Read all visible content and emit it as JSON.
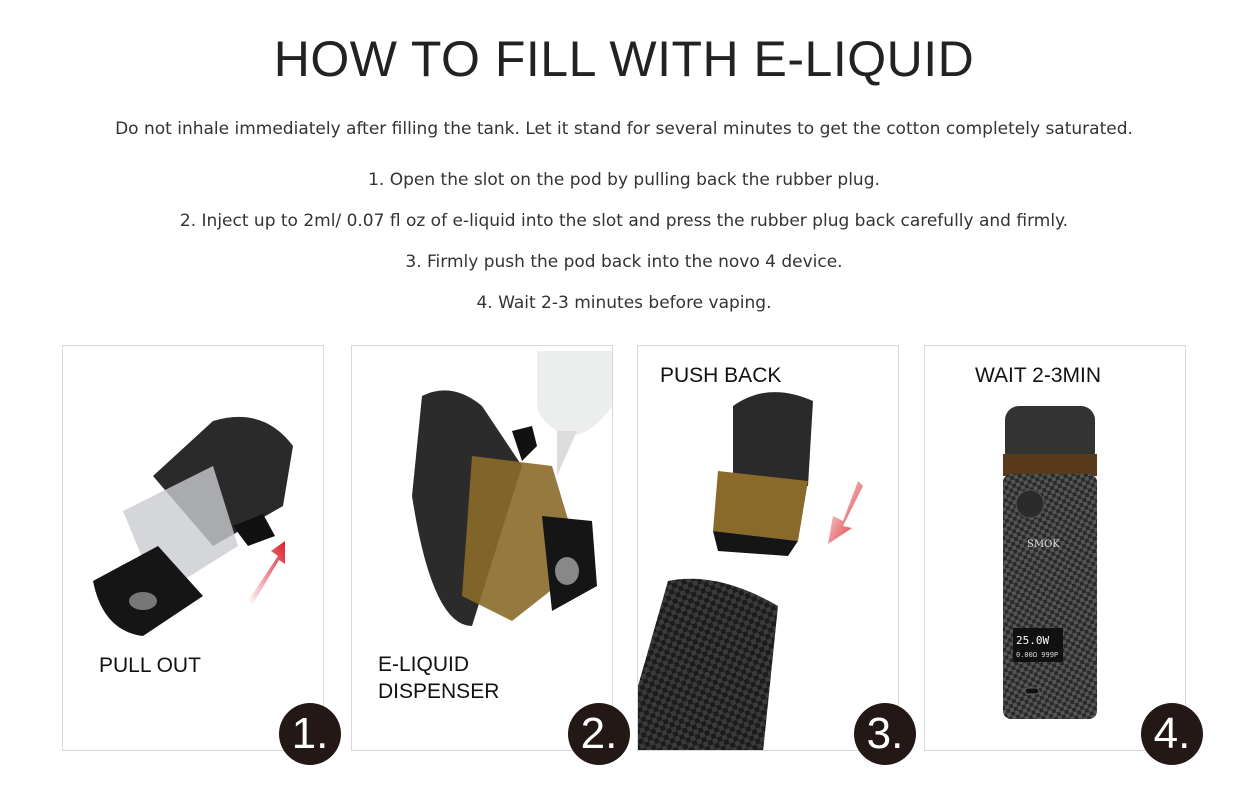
{
  "title": "HOW TO FILL WITH E-LIQUID",
  "intro": "Do not inhale immediately after filling the tank. Let it stand for several minutes to get the cotton completely saturated.",
  "steps": [
    "1. Open the slot on the pod by pulling back the rubber plug.",
    "2. Inject up to 2ml/ 0.07 fl oz of e-liquid into the slot and press the rubber plug back carefully and firmly.",
    "3. Firmly push the pod back into the novo 4 device.",
    "4. Wait 2-3 minutes before vaping."
  ],
  "panels": [
    {
      "label": "PULL OUT",
      "badge": "1."
    },
    {
      "label_line1": "E-LIQUID",
      "label_line2": "DISPENSER",
      "badge": "2."
    },
    {
      "label": "PUSH BACK",
      "badge": "3."
    },
    {
      "label": "WAIT 2-3MIN",
      "badge": "4."
    }
  ],
  "device": {
    "brand": "SMOK",
    "screen_power": "25.0W",
    "screen_info": "0.00Ω 999P"
  },
  "colors": {
    "arrow_red": "#d9202a",
    "badge_bg": "#231815",
    "pod_amber": "#8a6a2a"
  }
}
